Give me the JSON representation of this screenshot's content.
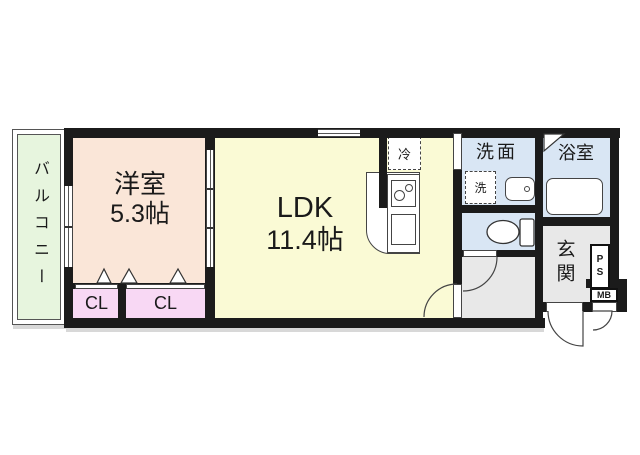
{
  "rooms": {
    "balcony": {
      "label": "バルコニー"
    },
    "western_room": {
      "label": "洋室",
      "area": "5.3帖"
    },
    "ldk": {
      "label": "LDK",
      "area": "11.4帖"
    },
    "closet_left": {
      "label": "CL"
    },
    "closet_right": {
      "label": "CL"
    },
    "washroom": {
      "label": "洗面"
    },
    "bathroom": {
      "label": "浴室"
    },
    "entrance": {
      "label": "玄関"
    }
  },
  "fixtures": {
    "refrigerator": {
      "label": "冷"
    },
    "washing_machine": {
      "label": "洗"
    },
    "pipe_space": {
      "label": "PS"
    },
    "meter_box": {
      "label": "MB"
    }
  },
  "colors": {
    "wall": "#1b1b1b",
    "balcony_floor": "#e7f5de",
    "western_room_floor": "#fae6d8",
    "ldk_floor": "#fafad5",
    "closet_floor": "#f8d8f4",
    "wet_area_floor": "#d9e6f4",
    "entrance_floor": "#e8e8e8"
  }
}
